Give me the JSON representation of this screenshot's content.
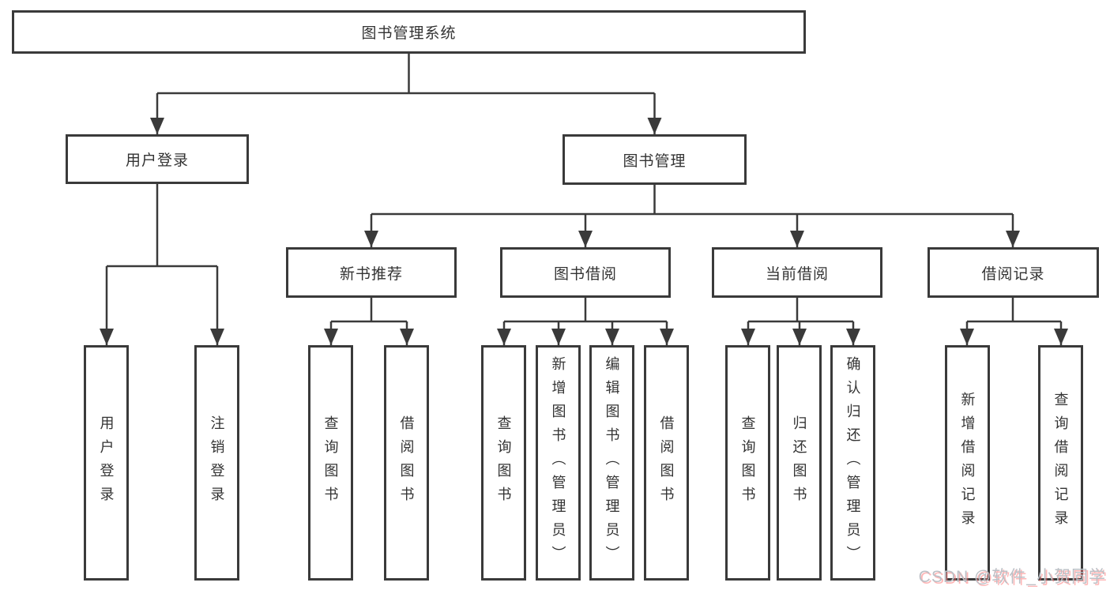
{
  "tree": {
    "root": {
      "label": "图书管理系统"
    },
    "branches": [
      {
        "label": "用户登录",
        "children": [
          {
            "label": "用户登录"
          },
          {
            "label": "注销登录"
          }
        ]
      },
      {
        "label": "图书管理",
        "sections": [
          {
            "label": "新书推荐",
            "children": [
              {
                "label": "查询图书"
              },
              {
                "label": "借阅图书"
              }
            ]
          },
          {
            "label": "图书借阅",
            "children": [
              {
                "label": "查询图书"
              },
              {
                "label": "新增图书（管理员）"
              },
              {
                "label": "编辑图书（管理员）"
              },
              {
                "label": "借阅图书"
              }
            ]
          },
          {
            "label": "当前借阅",
            "children": [
              {
                "label": "查询图书"
              },
              {
                "label": "归还图书"
              },
              {
                "label": "确认归还（管理员）"
              }
            ]
          },
          {
            "label": "借阅记录",
            "children": [
              {
                "label": "新增借阅记录"
              },
              {
                "label": "查询借阅记录"
              }
            ]
          }
        ]
      }
    ]
  },
  "watermark": {
    "text": "CSDN @软件_小贺同学"
  },
  "colors": {
    "line": "#3a3a3a",
    "box_border": "#3a3a3a",
    "text": "#333333",
    "background": "#ffffff",
    "watermark_text": "#bcc0c6",
    "watermark_shadow": "#ff6e6e"
  }
}
